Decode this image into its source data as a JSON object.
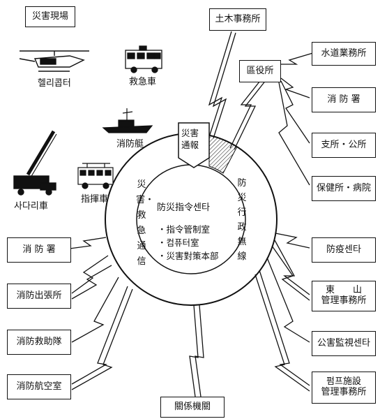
{
  "scene": {
    "title": "災害現場",
    "helicopter": "헬리콥터",
    "ambulance": "救急車",
    "fireboat": "消防艇",
    "command_vehicle": "指揮車",
    "ladder_truck": "사다리車"
  },
  "center": {
    "title": "防災指令센타",
    "items": [
      "・指令管制室",
      "・컴퓨터室",
      "・災害對策本部"
    ]
  },
  "ring": {
    "report": [
      "災害",
      "通報"
    ],
    "left_channel": "災害・救急通信",
    "right_channel": "防災行政無線"
  },
  "top": {
    "civil_works": "土木事務所"
  },
  "right": {
    "ward_office": "區役所",
    "waterworks": "水道業務所",
    "fire_station": "消 防 署",
    "branch_office": "支所・公所",
    "health_center": "保健所・病院",
    "quarantine": "防疫센타",
    "east_mountain": [
      "東　　山",
      "管理事務所"
    ],
    "pollution": "公害監視센타",
    "pump_facility": [
      "펌프施設",
      "管理事務所"
    ]
  },
  "left": {
    "fire_station": "消 防 署",
    "fire_branch": "消防出張所",
    "rescue_unit": "消防救助隊",
    "aviation": "消防航空室"
  },
  "bottom": {
    "related_agencies": "關係機關"
  }
}
